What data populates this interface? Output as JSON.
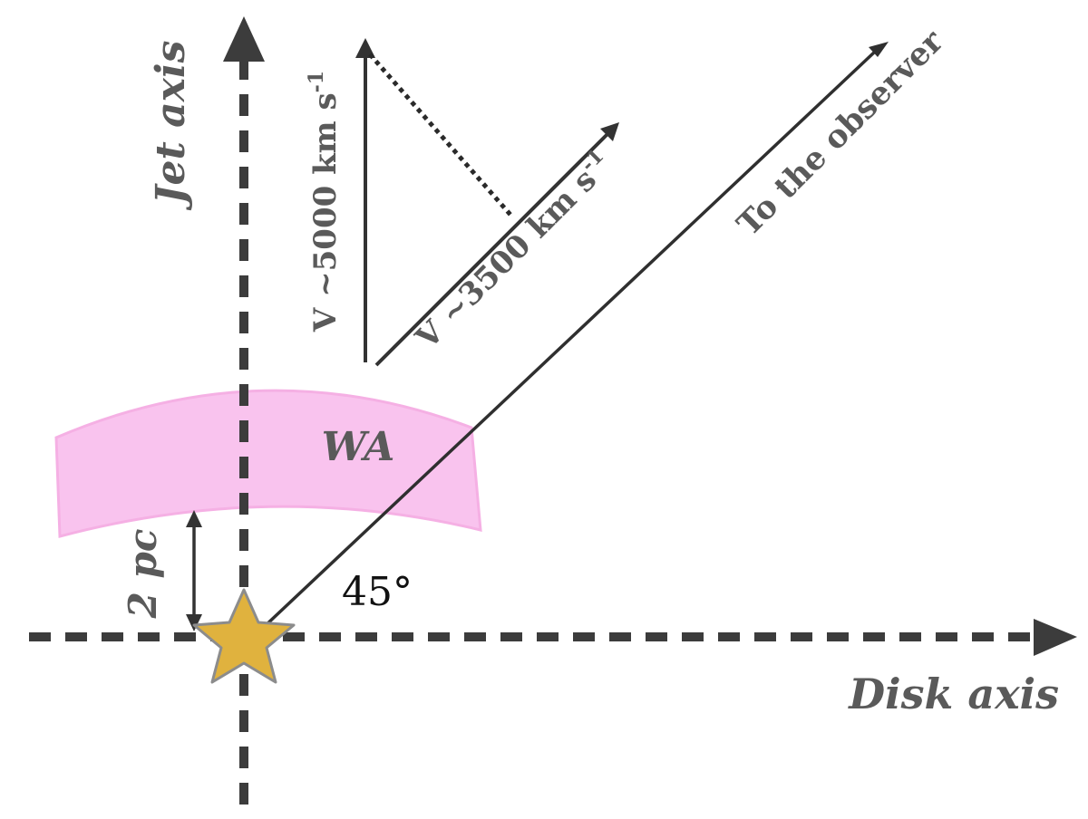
{
  "diagram": {
    "labels": {
      "jet_axis": "Jet axis",
      "disk_axis": "Disk axis",
      "warm_absorber": "WA",
      "distance": "2 pc",
      "angle": "45°",
      "observer": "To the observer",
      "velocity_outflow_prefix": "V ~5000 km s",
      "velocity_outflow_exp": "-1",
      "velocity_los_prefix": "V ~3500 km s",
      "velocity_los_exp": "-1"
    },
    "colors": {
      "axis": "#3c3c3c",
      "label": "#5a5a5a",
      "warm_absorber_fill": "#f9c3ee",
      "warm_absorber_edge": "#f5b0e4",
      "source_star": "#e0b23e",
      "source_star_edge": "#8c8c8c",
      "arrow": "#333333"
    },
    "icons": {
      "source": "star-icon"
    }
  }
}
